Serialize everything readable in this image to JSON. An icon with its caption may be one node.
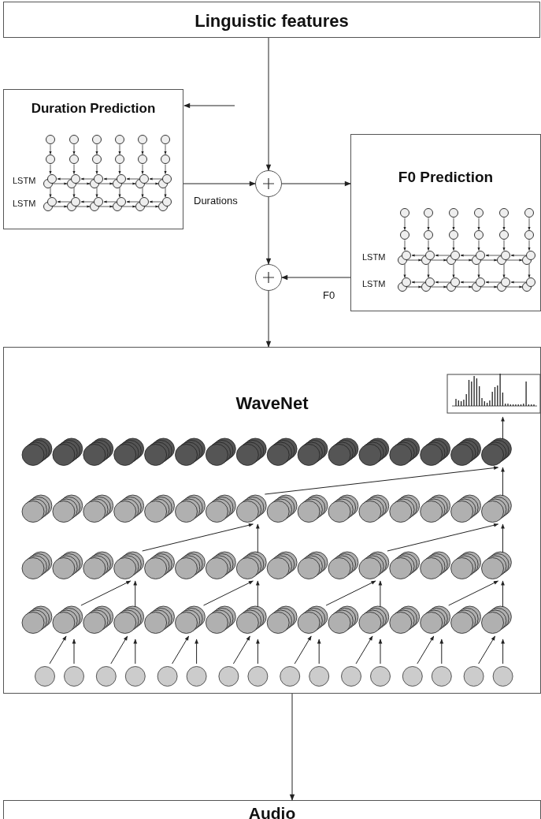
{
  "diagram": {
    "nodes": [
      {
        "text": [
          "Linguistic features"
        ]
      },
      {
        "text": [
          "Duration Prediction"
        ]
      },
      {
        "text": [],
        "shape": "circle"
      },
      {
        "text": [
          "F0 Prediction"
        ]
      },
      {
        "text": [],
        "shape": "circle"
      },
      {
        "text": [
          "WaveNet"
        ]
      },
      {
        "text": [
          "Audio"
        ]
      }
    ],
    "edges": [
      {
        "from": 0,
        "to": 2,
        "arrow": "to"
      },
      {
        "from": null,
        "to": 1,
        "arrow": "to"
      },
      {
        "from": 1,
        "to": 2,
        "arrow": "to",
        "label": "Durations"
      },
      {
        "from": 2,
        "to": 3,
        "arrow": "to"
      },
      {
        "from": 2,
        "to": 4,
        "arrow": "to"
      },
      {
        "from": 3,
        "to": 4,
        "arrow": "to",
        "label": "F0"
      },
      {
        "from": 4,
        "to": 5,
        "arrow": "to"
      },
      {
        "from": 5,
        "to": 6,
        "arrow": "to"
      }
    ],
    "labels": [
      "LSTM",
      "LSTM",
      "LSTM",
      "LSTM"
    ]
  }
}
